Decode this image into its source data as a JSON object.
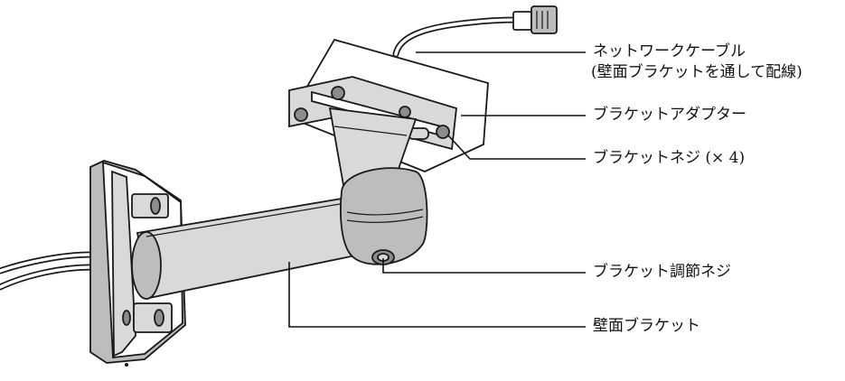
{
  "callouts": {
    "network_cable": "ネットワークケーブル",
    "network_cable_note": "(壁面ブラケットを通して配線)",
    "bracket_adapter": "ブラケットアダプター",
    "bracket_screws": "ブラケットネジ (× 4)",
    "bracket_adjust_screw": "ブラケット調節ネジ",
    "wall_bracket": "壁面ブラケット"
  }
}
